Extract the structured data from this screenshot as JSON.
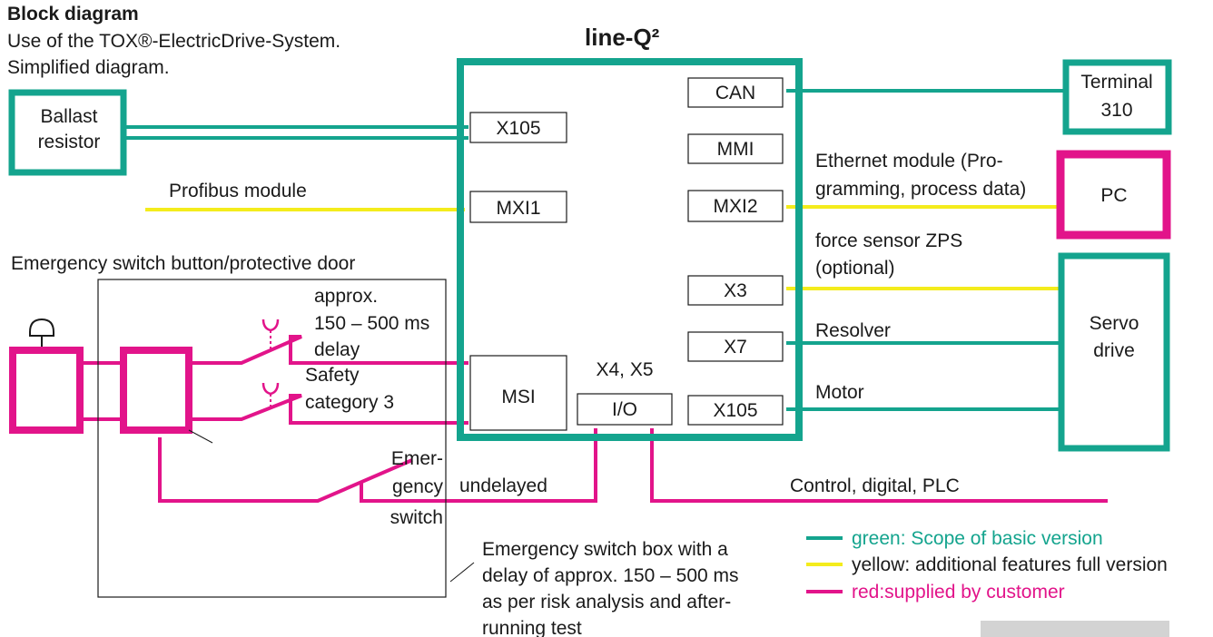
{
  "header": {
    "title": "Block diagram",
    "subtitle_line1": "Use of the TOX®-ElectricDrive-System.",
    "subtitle_line2": "Simplified diagram."
  },
  "controller": {
    "title": "line-Q²"
  },
  "ports": {
    "can": "CAN",
    "x105_top": "X105",
    "mmi": "MMI",
    "mxi1": "MXI1",
    "mxi2": "MXI2",
    "x3": "X3",
    "x7": "X7",
    "msi": "MSI",
    "x4x5": "X4, X5",
    "io": "I/O",
    "x105_bottom": "X105"
  },
  "devices": {
    "terminal_line1": "Terminal",
    "terminal_line2": "310",
    "ballast_line1": "Ballast",
    "ballast_line2": "resistor",
    "pc": "PC",
    "servo_line1": "Servo",
    "servo_line2": "drive"
  },
  "connections": {
    "profibus": "Profibus module",
    "ethernet_line1": "Ethernet module (Pro-",
    "ethernet_line2": "gramming, process data)",
    "force_line1": "force sensor ZPS",
    "force_line2": "(optional)",
    "resolver": "Resolver",
    "motor": "Motor",
    "undelayed": "undelayed",
    "control": "Control, digital, PLC"
  },
  "safety": {
    "emergency_title": "Emergency switch button/protective door",
    "delay_line1": "approx.",
    "delay_line2": "150 – 500 ms",
    "delay_line3": "delay",
    "category_line1": "Safety",
    "category_line2": "category 3",
    "emer_switch_line1": "Emer-",
    "emer_switch_line2": "gency",
    "emer_switch_line3": "switch",
    "box_note_line1": "Emergency switch box with a",
    "box_note_line2": "delay of approx. 150 – 500 ms",
    "box_note_line3": "as per risk analysis and after-",
    "box_note_line4": "running test"
  },
  "legend": {
    "green": "green: Scope of basic version",
    "yellow": "yellow: additional features full version",
    "red": "red:supplied by customer"
  },
  "colors": {
    "green": "#14a48e",
    "yellow": "#f4ec1c",
    "magenta": "#e2148a"
  }
}
